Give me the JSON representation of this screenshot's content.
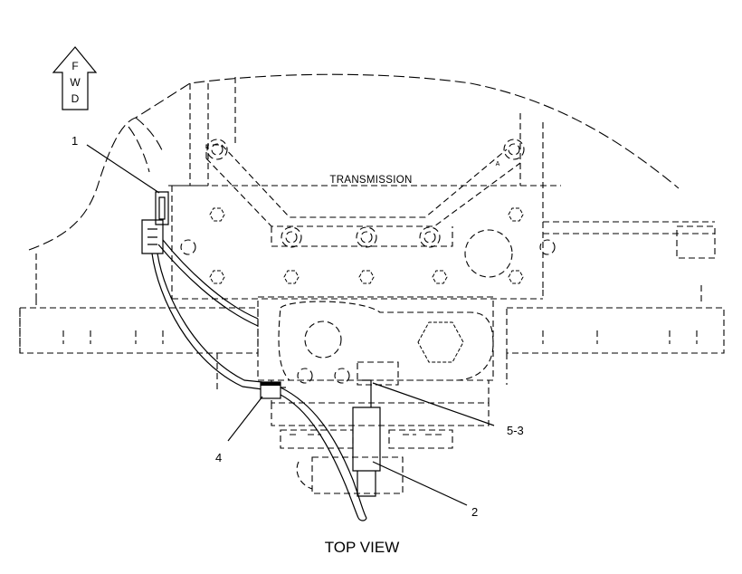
{
  "labels": {
    "transmission": "TRANSMISSION",
    "view_title": "TOP VIEW",
    "fwd": [
      "F",
      "W",
      "D"
    ],
    "small_a": "A"
  },
  "callouts": [
    {
      "id": "1",
      "text": "1"
    },
    {
      "id": "2",
      "text": "2"
    },
    {
      "id": "4",
      "text": "4"
    },
    {
      "id": "5-3",
      "text": "5-3"
    }
  ],
  "icons": {
    "direction_arrow": "up-arrow-icon"
  }
}
